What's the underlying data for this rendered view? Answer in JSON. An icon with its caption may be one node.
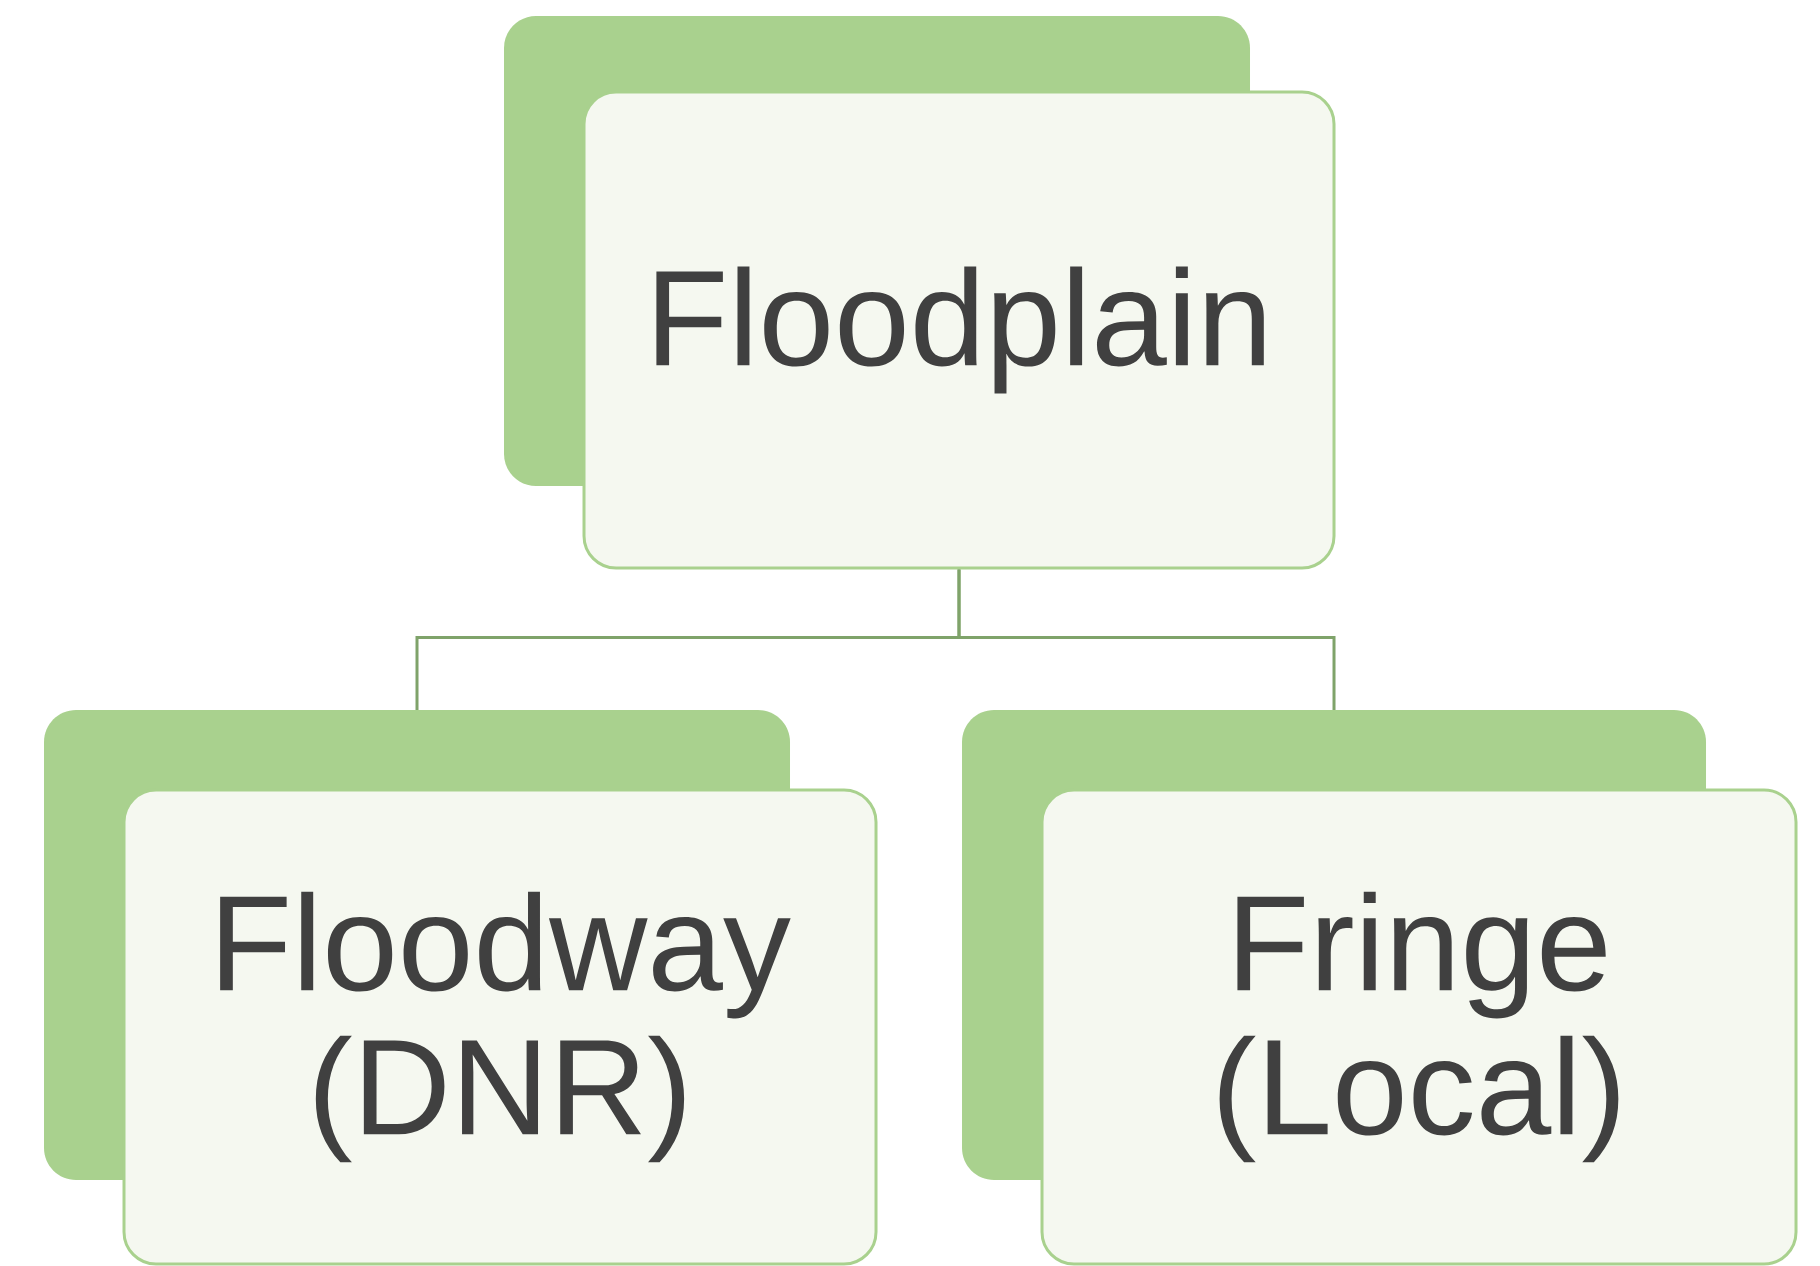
{
  "diagram": {
    "nodes": [
      {
        "text": [
          "Floodplain"
        ]
      },
      {
        "text": [
          "Floodway (DNR)"
        ]
      },
      {
        "text": [
          "Fringe (Local)"
        ]
      }
    ],
    "edges": [
      {
        "from": 0,
        "to": 1,
        "arrow": "none"
      },
      {
        "from": 0,
        "to": 2,
        "arrow": "none"
      }
    ]
  }
}
